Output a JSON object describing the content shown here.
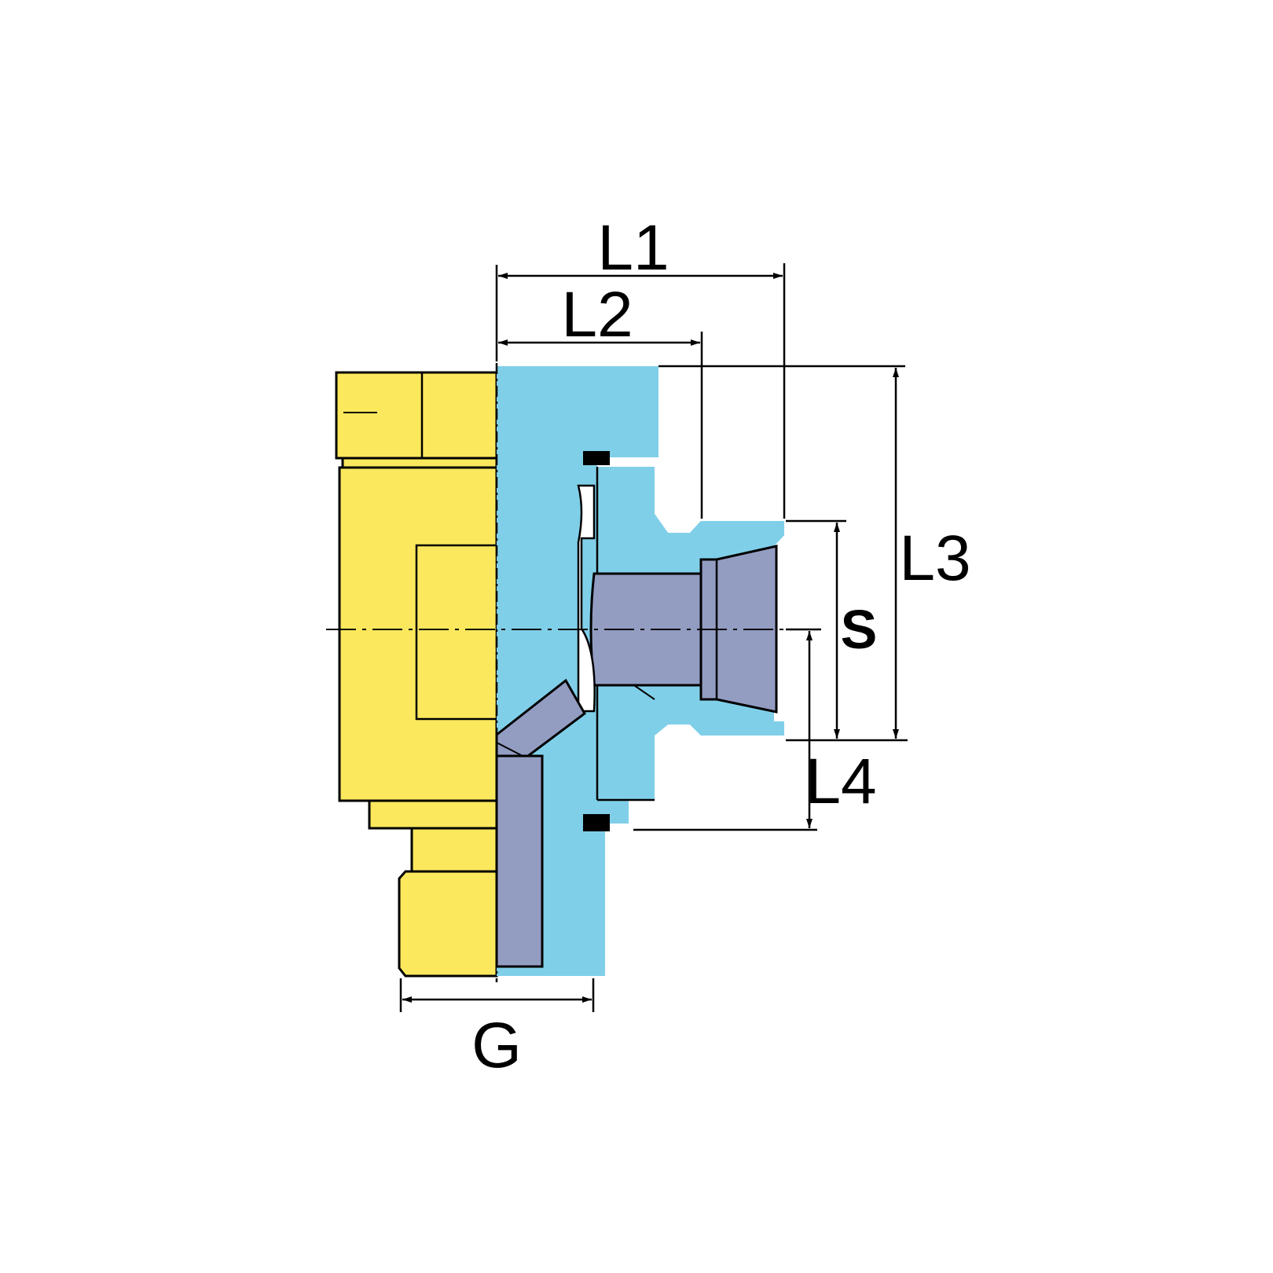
{
  "labels": {
    "l1": "L1",
    "l2": "L2",
    "l3": "L3",
    "l4": "L4",
    "s": "S",
    "g": "G"
  },
  "colors": {
    "body_yellow": "#fbe85d",
    "section_blue": "#80cfe9",
    "bore_grey": "#939dc2",
    "seal_white": "#ffffff",
    "line": "#000000"
  }
}
